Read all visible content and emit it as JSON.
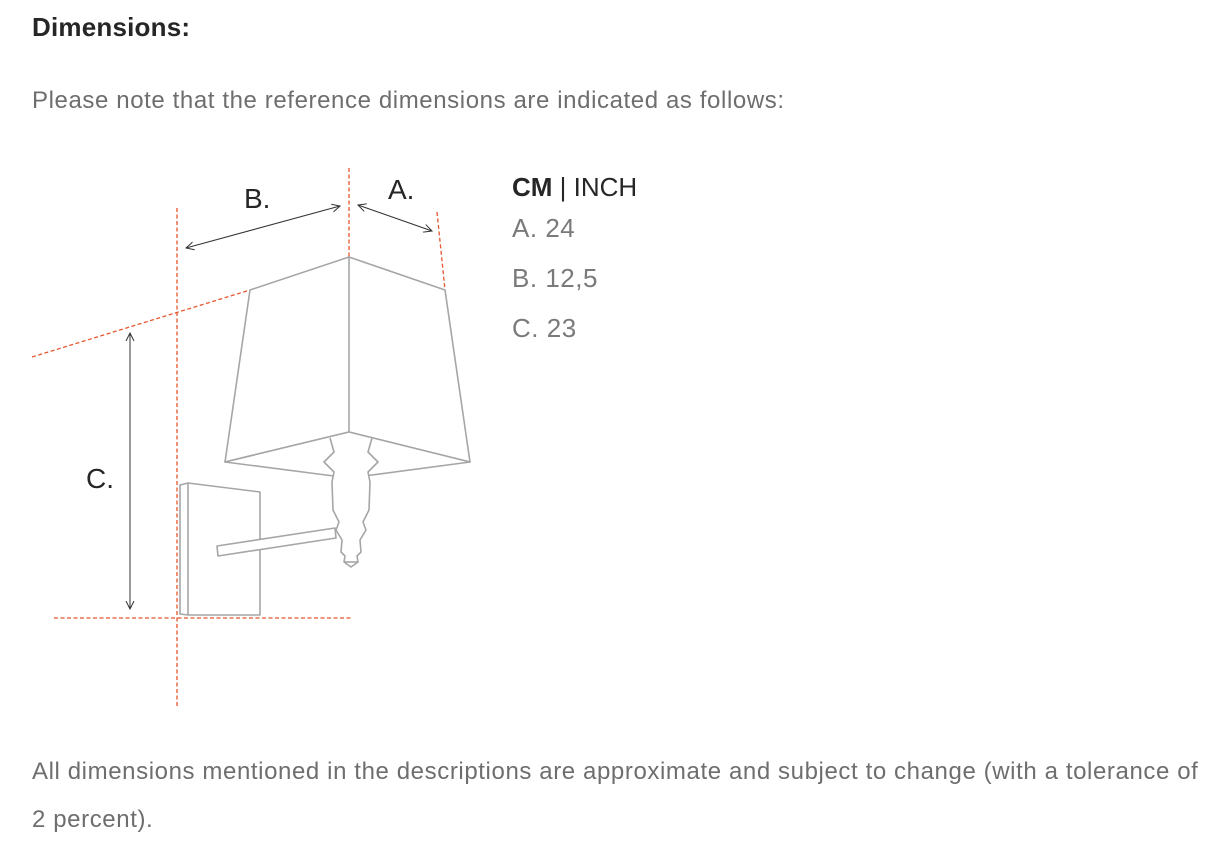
{
  "heading": "Dimensions:",
  "intro": "Please note that the reference dimensions are indicated as follows:",
  "diagram": {
    "label_a": "A.",
    "label_b": "B.",
    "label_c": "C.",
    "line_color": "#e8562e",
    "outline_color": "#a6a6a6"
  },
  "spec": {
    "unit_primary": "CM",
    "unit_separator": " | ",
    "unit_secondary": "INCH",
    "rows": [
      {
        "label": "A.",
        "value": "24"
      },
      {
        "label": "B.",
        "value": "12,5"
      },
      {
        "label": "C.",
        "value": "23"
      }
    ]
  },
  "note": "All dimensions mentioned in the descriptions are approximate and subject to change (with a tolerance of 2 percent)."
}
